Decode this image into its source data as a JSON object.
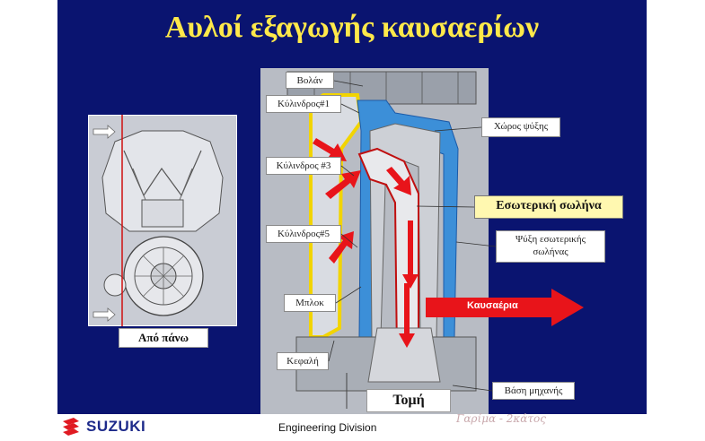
{
  "title": "Αυλοί εξαγωγής καυσαερίων",
  "labels": {
    "flywheel": "Βολάν",
    "cyl1": "Κύλινδρος#1",
    "cyl3": "Κύλινδρος #3",
    "cyl5": "Κύλινδρος#5",
    "block": "Μπλοκ",
    "head": "Κεφαλή",
    "cooling_space": "Χώρος ψύξης",
    "inner_pipe": "Εσωτερική σωλήνα",
    "inner_pipe_cooling_line1": "Ψύξη εσωτερικής",
    "inner_pipe_cooling_line2": "σωλήνας",
    "exhaust": "Καυσαέρια",
    "engine_base": "Βάση μηχανής",
    "section": "Τομή",
    "top_view": "Από πάνω"
  },
  "footer": {
    "brand": "SUZUKI",
    "division": "Engineering Division",
    "signature": "Γαρίμα - 2κάτος"
  },
  "colors": {
    "background": "#0a1470",
    "title": "#ffe94a",
    "arrow": "#e8141a",
    "coolant": "#3c8fd8",
    "highlight": "#fff8b0"
  }
}
